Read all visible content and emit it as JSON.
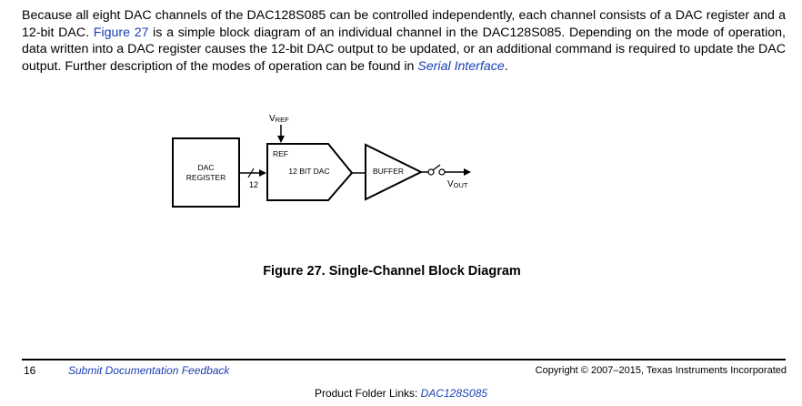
{
  "paragraph": {
    "part1": "Because all eight DAC channels of the DAC128S085 can be controlled independently, each channel consists of a DAC register and a 12-bit DAC. ",
    "figure_link": "Figure 27",
    "part2": " is a simple block diagram of an individual channel in the DAC128S085. Depending on the mode of operation, data written into a DAC register causes the 12-bit DAC output to be updated, or an additional command is required to update the DAC output. Further description of the modes of operation can be found in ",
    "section_link": "Serial Interface",
    "part3": "."
  },
  "diagram": {
    "dac_register_line1": "DAC",
    "dac_register_line2": "REGISTER",
    "bus_width": "12",
    "dac_ref_label": "REF",
    "dac_label": "12 BIT DAC",
    "buffer_label": "BUFFER",
    "vref_main": "V",
    "vref_sub": "REF",
    "vout_main": "V",
    "vout_sub": "OUT"
  },
  "caption": "Figure 27.  Single-Channel Block Diagram",
  "footer": {
    "page_number": "16",
    "feedback_link": "Submit Documentation Feedback",
    "copyright": "Copyright © 2007–2015, Texas Instruments Incorporated",
    "product_folder_label": "Product Folder Links: ",
    "product_folder_value": "DAC128S085"
  }
}
